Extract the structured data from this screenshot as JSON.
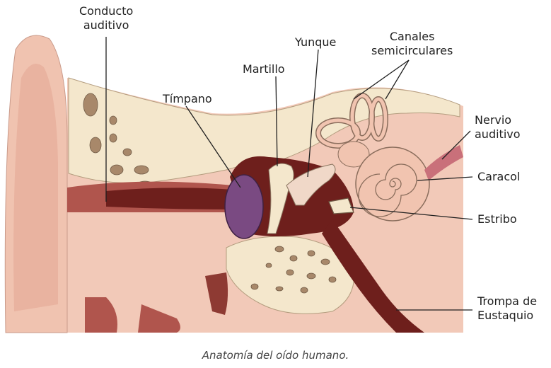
{
  "labels": {
    "conducto_auditivo": [
      "Conducto",
      "auditivo"
    ],
    "yunque": "Yunque",
    "canales_semicirculares": [
      "Canales",
      "semicirculares"
    ],
    "martillo": "Martillo",
    "timpano": "Tímpano",
    "nervio_auditivo": [
      "Nervio",
      "auditivo"
    ],
    "caracol": "Caracol",
    "estribo": "Estribo",
    "trompa_de_eustaquio": [
      "Trompa de",
      "Eustaquio"
    ]
  },
  "caption": "Anatomía del oído humano.",
  "colors": {
    "skin": "#f2c9b8",
    "bone": "#f4e7cc",
    "canal": "#6e1f1c",
    "eardrum": "#7a4a82",
    "cochlea": "#f1c4b0",
    "pits": "#a8886a"
  }
}
